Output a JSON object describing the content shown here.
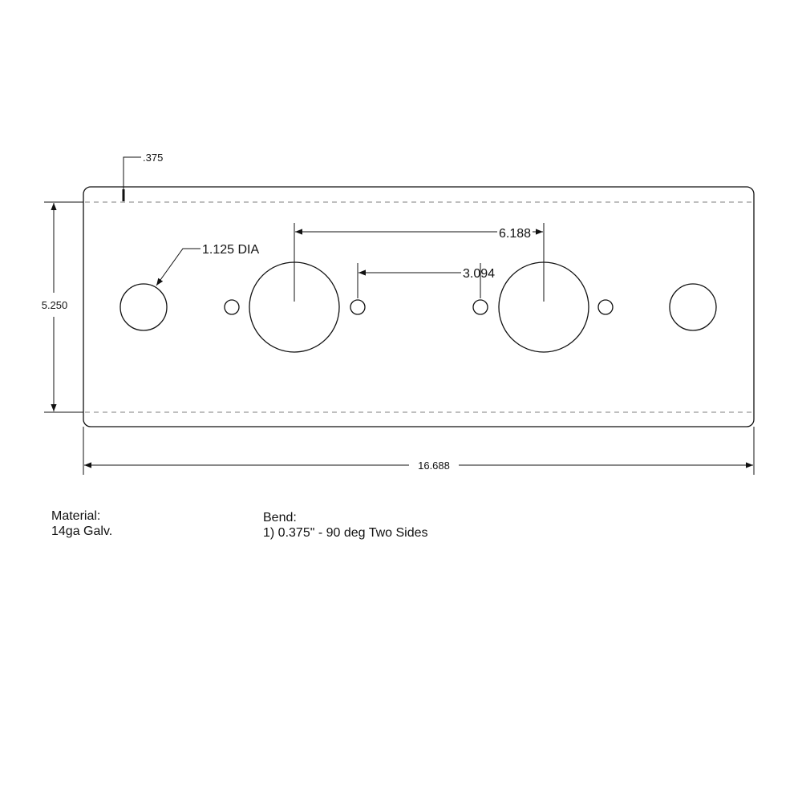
{
  "drawing": {
    "dimensions": {
      "flange": ".375",
      "height": "5.250",
      "width": "16.688",
      "hole_dia": "1.125 DIA",
      "large_hole_spacing": "6.188",
      "small_hole_spacing": "3.094"
    }
  },
  "notes": {
    "material": {
      "label": "Material:",
      "value": "14ga Galv."
    },
    "bend": {
      "label": "Bend:",
      "value": "1) 0.375\" - 90 deg Two Sides"
    }
  },
  "colors": {
    "line": "#111111",
    "bend_line": "#999999",
    "background": "#ffffff"
  }
}
